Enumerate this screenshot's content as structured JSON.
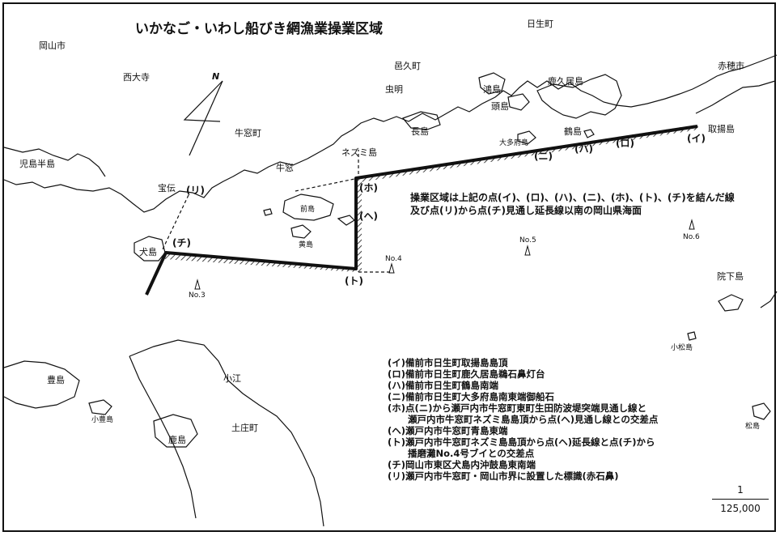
{
  "title": "いかなご・いわし船びき網漁業操業区域",
  "north_label": "N",
  "places": {
    "okayama": "岡山市",
    "saidaiji": "西大寺",
    "hinase_town": "日生町",
    "oku_town": "邑久町",
    "ako": "赤穂市",
    "mushiake": "虫明",
    "kamojima": "鴻島",
    "kakui": "鹿久居島",
    "zushima": "頭島",
    "nagashima": "長島",
    "tsurushima": "鶴島",
    "otabushima": "大多府島",
    "toriagejima": "取揚島",
    "ushimado_town": "牛窓町",
    "ushimado": "牛窓",
    "nezumijima": "ネズミ島",
    "kojima": "児島半島",
    "hoden": "宝伝",
    "maejima": "前島",
    "kishima": "黄島",
    "inujima": "犬島",
    "teshima": "豊島",
    "koteshima": "小豊島",
    "koe": "小江",
    "tonosho": "土庄町",
    "kashima": "鹿島",
    "inkeshima": "院下島",
    "komatsu": "小松島",
    "matsushima": "松島"
  },
  "buoys": {
    "no3": "No.3",
    "no4": "No.4",
    "no5": "No.5",
    "no6": "No.6"
  },
  "points": {
    "i": "(イ)",
    "ro": "(ロ)",
    "ha": "(ハ)",
    "ni": "(ニ)",
    "ho": "(ホ)",
    "he": "(ヘ)",
    "to": "(ト)",
    "chi": "(チ)",
    "ri": "(リ)"
  },
  "description": [
    "操業区域は上記の点(イ)、(ロ)、(ハ)、(ニ)、(ホ)、(ト)、(チ)を結んだ線",
    "及び点(リ)から点(チ)見通し延長線以南の岡山県海面"
  ],
  "legend": [
    "(イ)備前市日生町取揚島島頂",
    "(ロ)備前市日生町鹿久居島鵜石鼻灯台",
    "(ハ)備前市日生町鶴島南端",
    "(ニ)備前市日生町大多府島南東端御船石",
    "(ホ)点(ニ)から瀬戸内市牛窓町東町生田防波堤突端見通し線と",
    "瀬戸内市牛窓町ネズミ島島頂から点(ヘ)見通し線との交差点",
    "(ヘ)瀬戸内市牛窓町青島東端",
    "(ト)瀬戸内市牛窓町ネズミ島島頂から点(ヘ)延長線と点(チ)から",
    "播磨灘No.4号ブイとの交差点",
    "(チ)岡山市東区犬島内沖鼓島東南端",
    "(リ)瀬戸内市牛窓町・岡山市界に設置した標識(赤石鼻)"
  ],
  "scale": {
    "numerator": "1",
    "denominator": "125,000"
  }
}
